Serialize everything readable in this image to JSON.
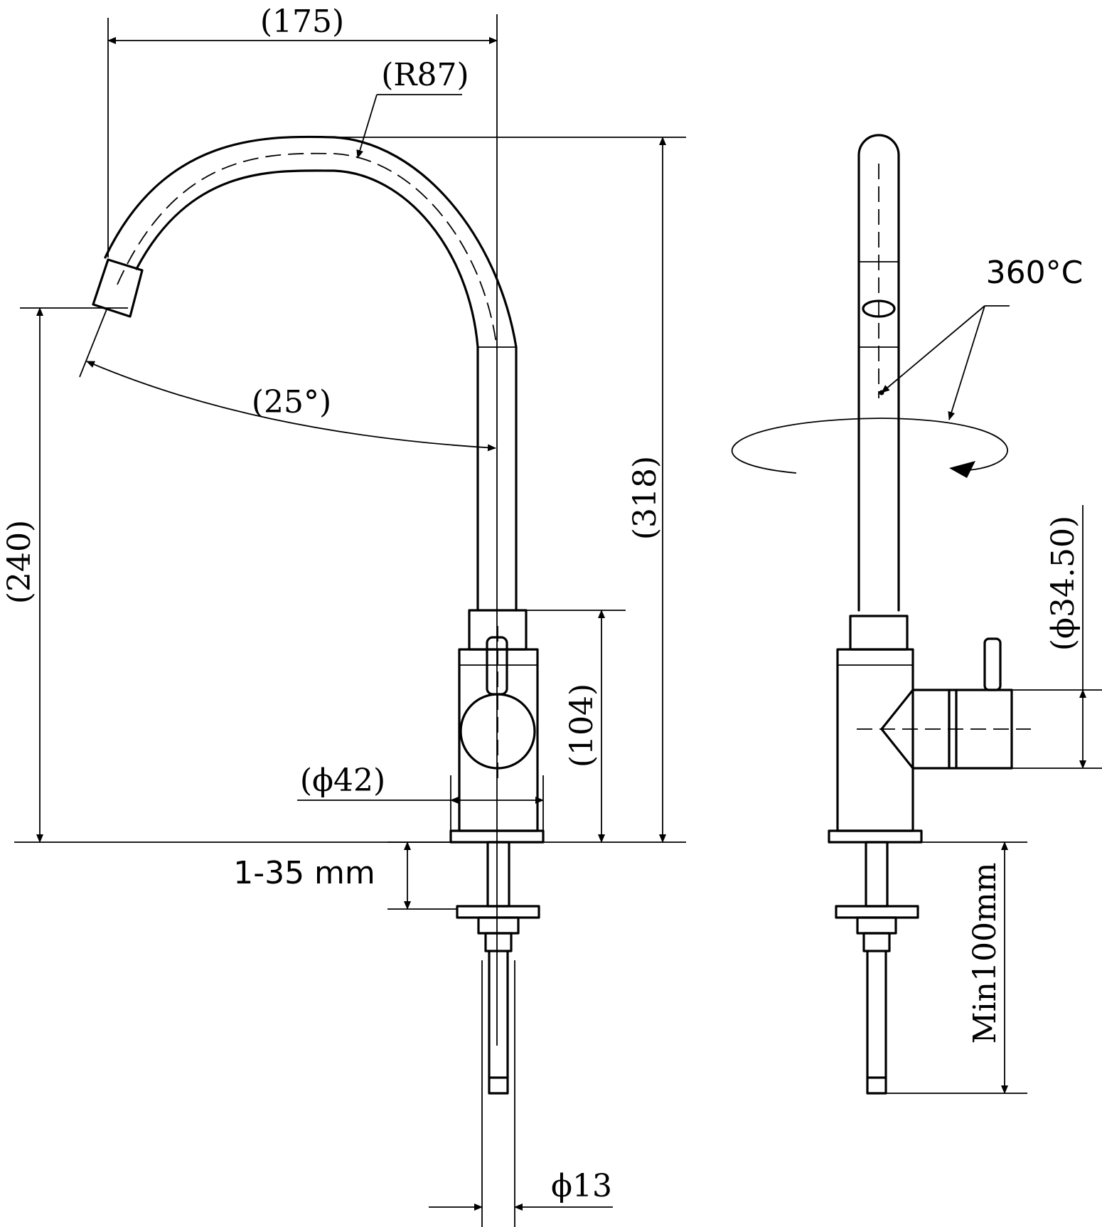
{
  "dimensions": {
    "width": "(175)",
    "radius": "(R87)",
    "angle": "(25°)",
    "height_total": "(318)",
    "height_outlet": "(240)",
    "body_height": "(104)",
    "body_diameter": "(ϕ42)",
    "hose_diameter": "ϕ13",
    "handle_diameter": "(ϕ34.50)",
    "min_length": "Min100mm"
  },
  "notes": {
    "rotation": "360°C",
    "thickness_range": "1-35 mm"
  },
  "colors": {
    "line": "#000000",
    "background": "#ffffff"
  }
}
